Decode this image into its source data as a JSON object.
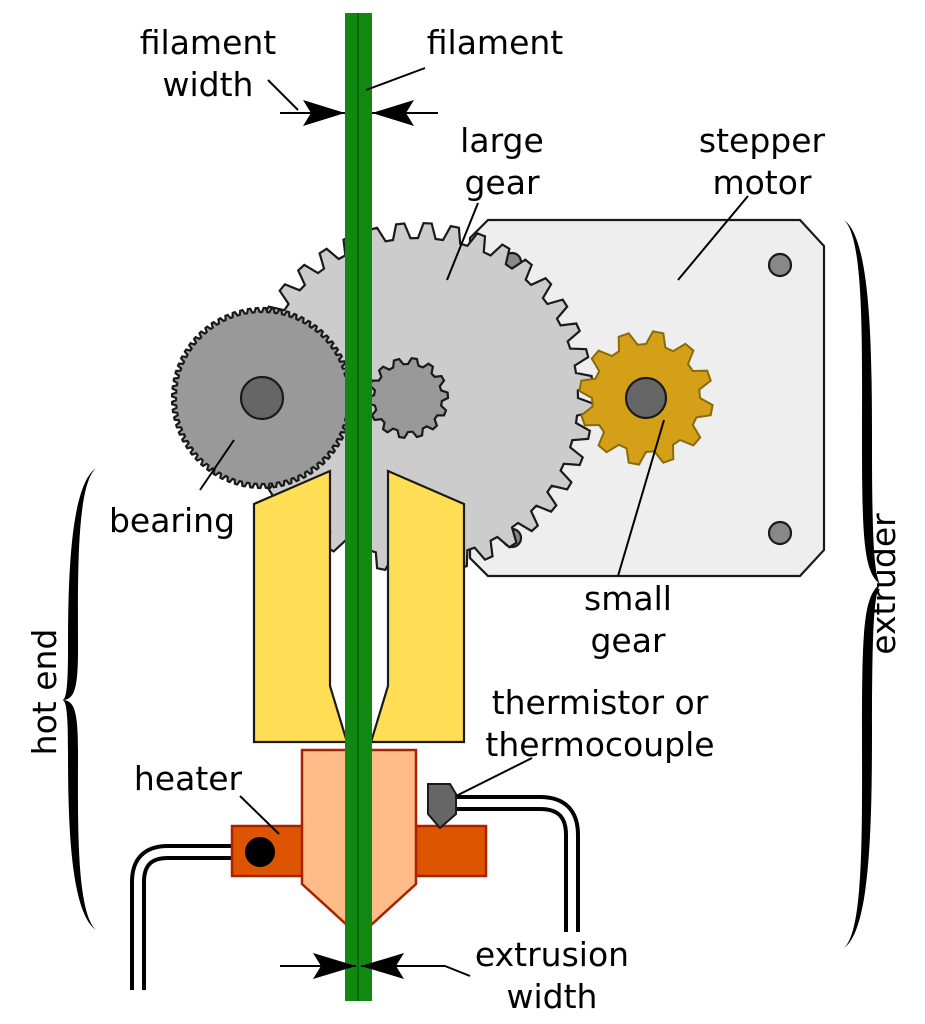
{
  "labels": {
    "filament_width": [
      "filament",
      "width"
    ],
    "filament": "filament",
    "large_gear": [
      "large",
      "gear"
    ],
    "stepper_motor": [
      "stepper",
      "motor"
    ],
    "bearing": "bearing",
    "small_gear": [
      "small",
      "gear"
    ],
    "extruder": "extruder",
    "hot_end": "hot end",
    "thermistor": [
      "thermistor or",
      "thermocouple"
    ],
    "heater": "heater",
    "extrusion_width": [
      "extrusion",
      "width"
    ]
  },
  "colors": {
    "filament": "#118811",
    "filament_dark": "#0a6a0a",
    "large_gear": "#cccccc",
    "motor_body": "#eeeeee",
    "motor_hole": "#888888",
    "bearing": "#999999",
    "idler": "#999999",
    "hub": "#666666",
    "small_gear": "#d4a017",
    "small_gear_stroke": "#8a6a0a",
    "guide": "#ffdd55",
    "nozzle": "#ffbb88",
    "nozzle_stroke": "#aa2200",
    "heater_block": "#dd5500",
    "wire": "#000000"
  }
}
